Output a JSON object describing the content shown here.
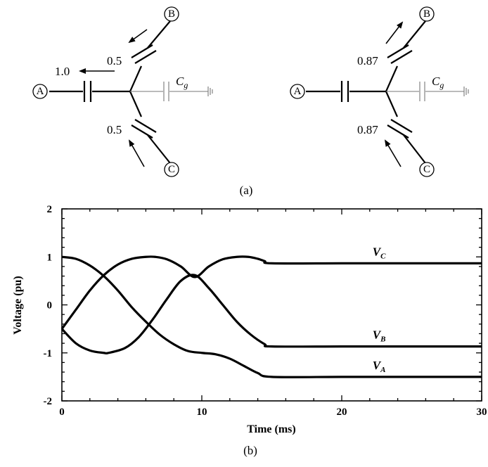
{
  "panel_a": {
    "caption": "(a)",
    "left_circuit": {
      "nodes": {
        "a": "A",
        "b": "B",
        "c": "C"
      },
      "arrow_values": {
        "a": "1.0",
        "b": "0.5",
        "c": "0.5"
      },
      "ground_cap_label": "C",
      "ground_cap_sub": "g"
    },
    "right_circuit": {
      "nodes": {
        "a": "A",
        "b": "B",
        "c": "C"
      },
      "arrow_values": {
        "b": "0.87",
        "c": "0.87"
      },
      "ground_cap_label": "C",
      "ground_cap_sub": "g"
    }
  },
  "panel_b": {
    "caption": "(b)"
  },
  "chart_data": {
    "type": "line",
    "xlabel": "Time (ms)",
    "ylabel": "Voltage (pu)",
    "xlim": [
      0,
      30
    ],
    "ylim": [
      -2,
      2
    ],
    "xticks": [
      "0",
      "10",
      "20",
      "30"
    ],
    "yticks": [
      "2",
      "1",
      "0",
      "-1",
      "-2"
    ],
    "grid": false,
    "series": [
      {
        "name": "V",
        "sub": "C",
        "x": [
          0,
          1,
          2,
          3,
          4,
          5,
          6,
          6.67,
          7.5,
          8.5,
          9.5,
          10.5,
          11.5,
          12.5,
          13.33,
          14,
          14.5,
          15,
          20,
          25,
          30
        ],
        "y": [
          -0.5,
          -0.1,
          0.3,
          0.62,
          0.84,
          0.96,
          1.0,
          1.0,
          0.95,
          0.8,
          0.58,
          0.8,
          0.95,
          1.0,
          1.0,
          0.96,
          0.91,
          0.866,
          0.866,
          0.866,
          0.866
        ]
      },
      {
        "name": "V",
        "sub": "B",
        "x": [
          0,
          1,
          2,
          3,
          3.33,
          4.5,
          5.5,
          6.5,
          7.5,
          8.5,
          9.5,
          10.5,
          11.5,
          12.5,
          13.5,
          14.5,
          15,
          20,
          25,
          30
        ],
        "y": [
          -0.5,
          -0.8,
          -0.95,
          -1.0,
          -1.0,
          -0.9,
          -0.67,
          -0.3,
          0.12,
          0.5,
          0.62,
          0.35,
          0.0,
          -0.35,
          -0.62,
          -0.82,
          -0.866,
          -0.866,
          -0.866,
          -0.866
        ]
      },
      {
        "name": "V",
        "sub": "A",
        "x": [
          0,
          1,
          2,
          3,
          4,
          5,
          6,
          7,
          8,
          9,
          10,
          11,
          12,
          13,
          14,
          15,
          20,
          25,
          30
        ],
        "y": [
          1.0,
          0.96,
          0.82,
          0.6,
          0.3,
          -0.05,
          -0.35,
          -0.62,
          -0.82,
          -0.96,
          -1.0,
          -1.03,
          -1.12,
          -1.27,
          -1.42,
          -1.5,
          -1.5,
          -1.5,
          -1.5
        ]
      }
    ]
  }
}
